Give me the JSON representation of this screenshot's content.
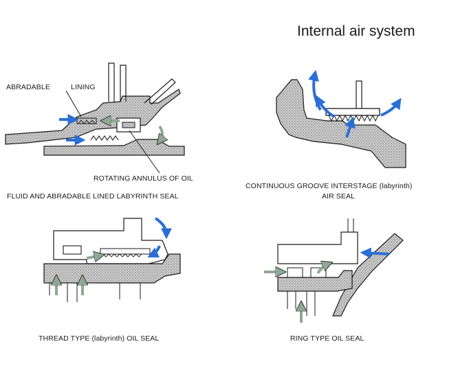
{
  "title": "Internal air system",
  "colors": {
    "hatch": "#9a9a9a",
    "blue_arrow": "#2a6fd6",
    "green_arrow": "#8fa896",
    "outline": "#1a1a1a"
  },
  "panels": [
    {
      "id": "fluid-abradable",
      "caption": "FLUID AND ABRADABLE LINED LABYRINTH SEAL",
      "callouts": [
        "ABRADABLE",
        "LINING",
        "ROTATING ANNULUS OF OIL"
      ]
    },
    {
      "id": "continuous-groove",
      "caption_line1": "CONTINUOUS GROOVE INTERSTAGE (labyrinth)",
      "caption_line2": "AIR SEAL"
    },
    {
      "id": "thread-type",
      "caption": "THREAD TYPE (labyrinth) OIL SEAL"
    },
    {
      "id": "ring-type",
      "caption": "RING TYPE OIL SEAL"
    }
  ]
}
